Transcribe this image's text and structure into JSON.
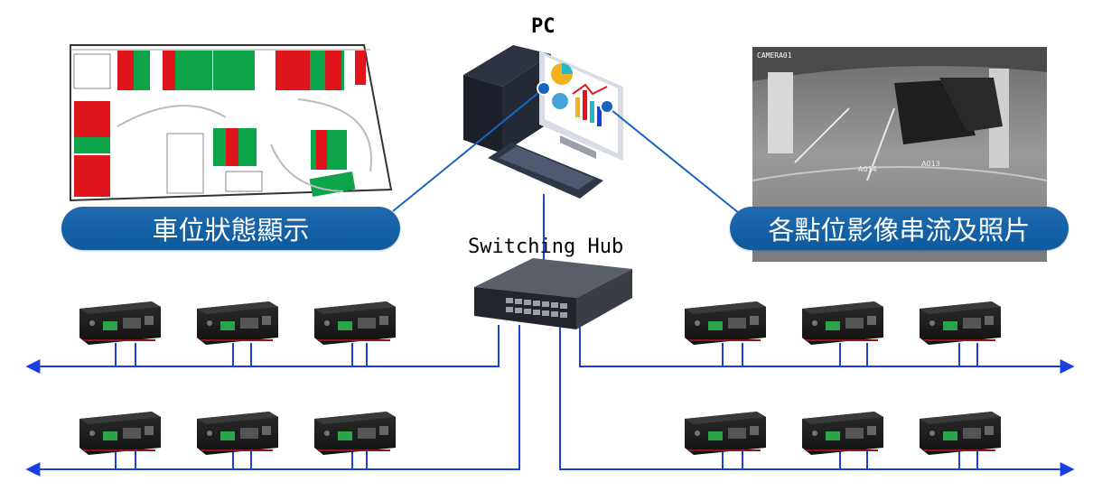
{
  "pc": {
    "title": "PC"
  },
  "hub": {
    "title": "Switching Hub"
  },
  "labels": {
    "parking_status": "車位狀態顯示",
    "camera_stream": "各點位影像串流及照片"
  },
  "camera": {
    "overlay_name": "CAMERA01",
    "bay_labels": [
      "A014",
      "A013"
    ]
  },
  "colors": {
    "line_blue": "#1a3fe0",
    "label_blue": "#115ea2",
    "occupied": "#e0141b",
    "vacant": "#0ea54a"
  }
}
